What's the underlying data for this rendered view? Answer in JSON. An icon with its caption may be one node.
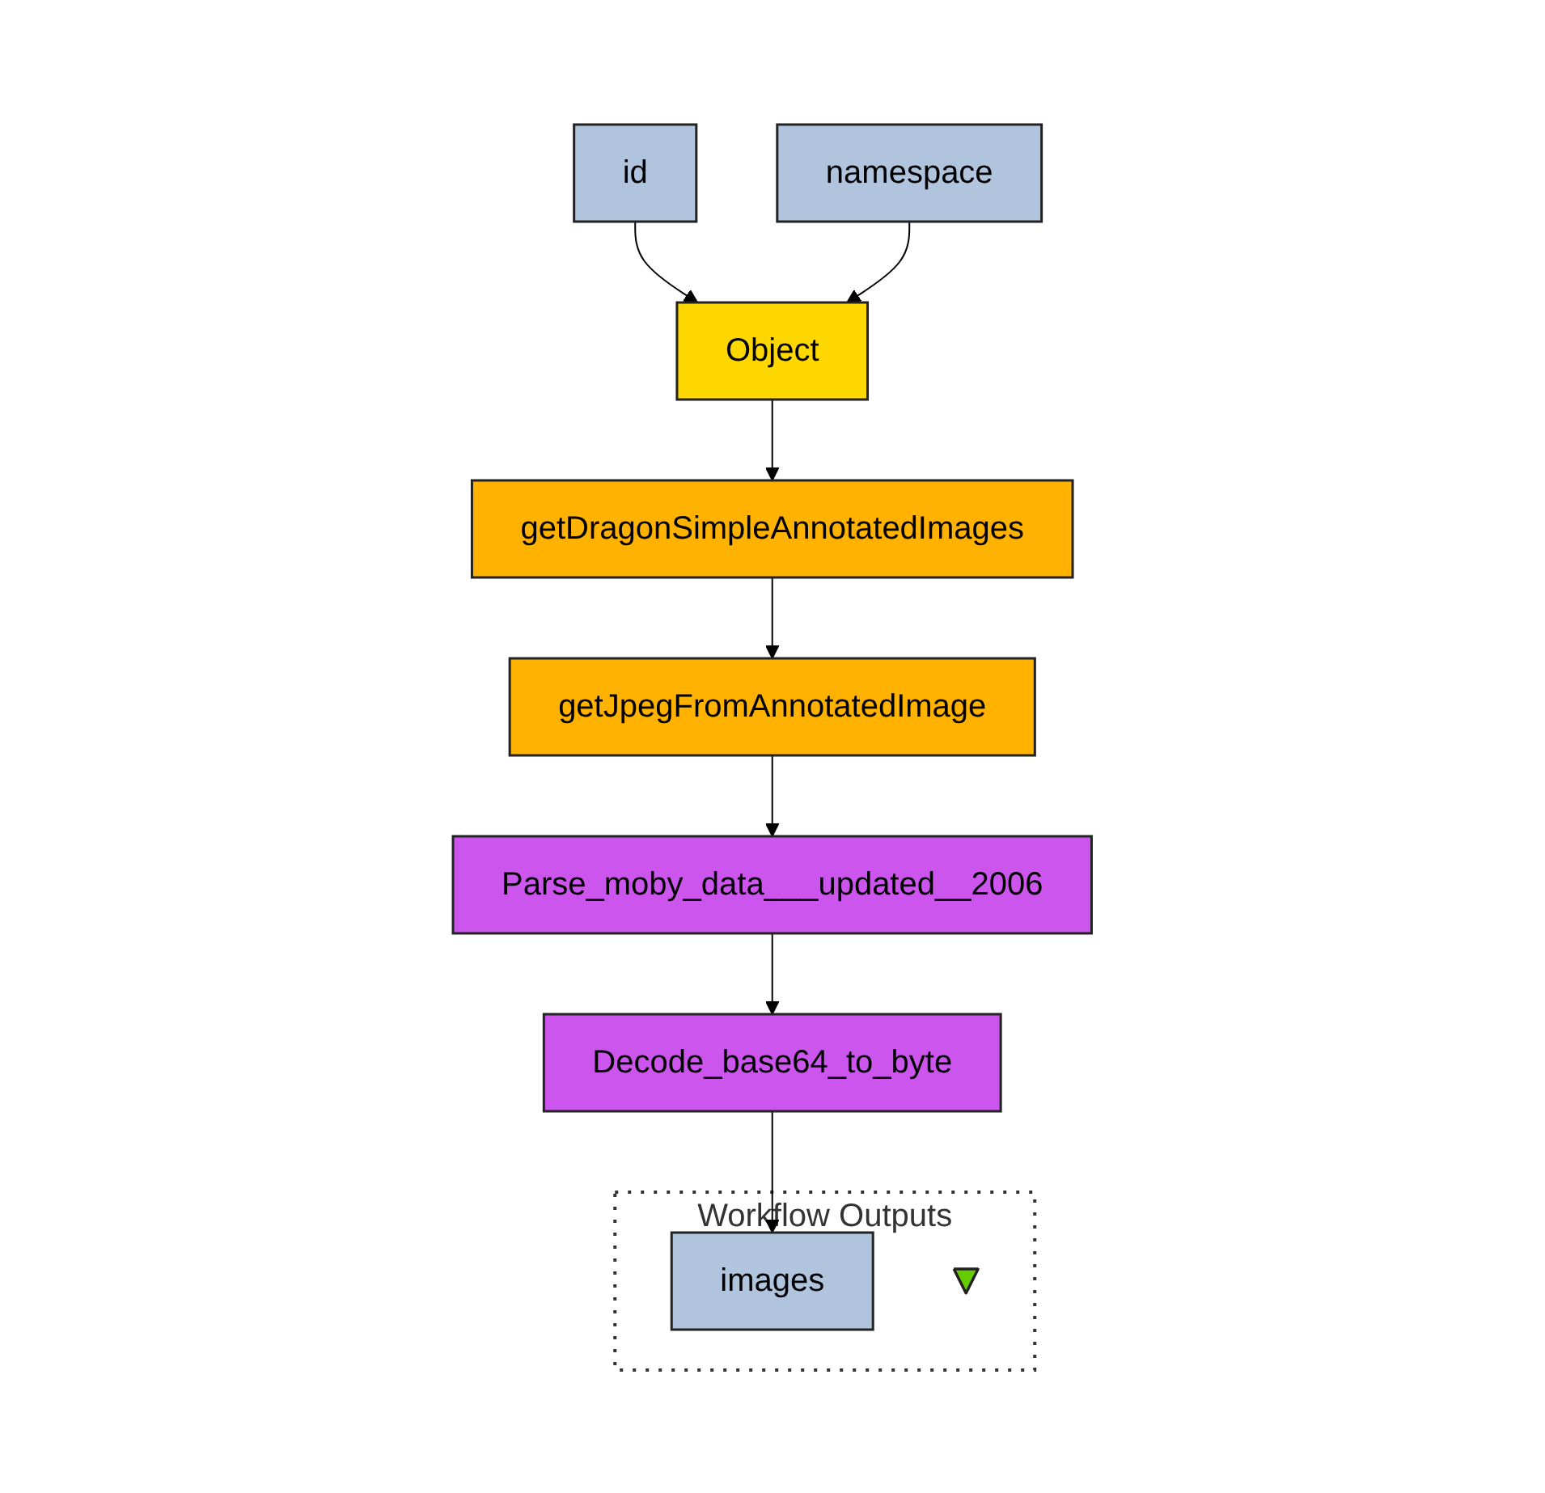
{
  "diagram": {
    "nodes": [
      {
        "text": [
          "id"
        ]
      },
      {
        "text": [
          "namespace"
        ]
      },
      {
        "text": [
          "Object"
        ]
      },
      {
        "text": [
          "getDragonSimpleAnnotatedImages"
        ]
      },
      {
        "text": [
          "getJpegFromAnnotatedImage"
        ]
      },
      {
        "text": [
          "Parse_moby_data___updated__2006"
        ]
      },
      {
        "text": [
          "Decode_base64_to_byte"
        ]
      },
      {
        "text": [
          "Workflow Outputs"
        ]
      },
      {
        "text": [
          "images"
        ],
        "in": 7
      },
      {
        "text": [],
        "shape": "triangle",
        "in": 7
      }
    ],
    "edges": [
      {
        "from": 0,
        "to": 2,
        "arrow": "to"
      },
      {
        "from": 1,
        "to": 2,
        "arrow": "to"
      },
      {
        "from": 2,
        "to": 3,
        "arrow": "to"
      },
      {
        "from": 3,
        "to": 4,
        "arrow": "to"
      },
      {
        "from": 4,
        "to": 5,
        "arrow": "to"
      },
      {
        "from": 5,
        "to": 6,
        "arrow": "to"
      },
      {
        "from": 6,
        "to": 8,
        "arrow": "to"
      }
    ]
  }
}
